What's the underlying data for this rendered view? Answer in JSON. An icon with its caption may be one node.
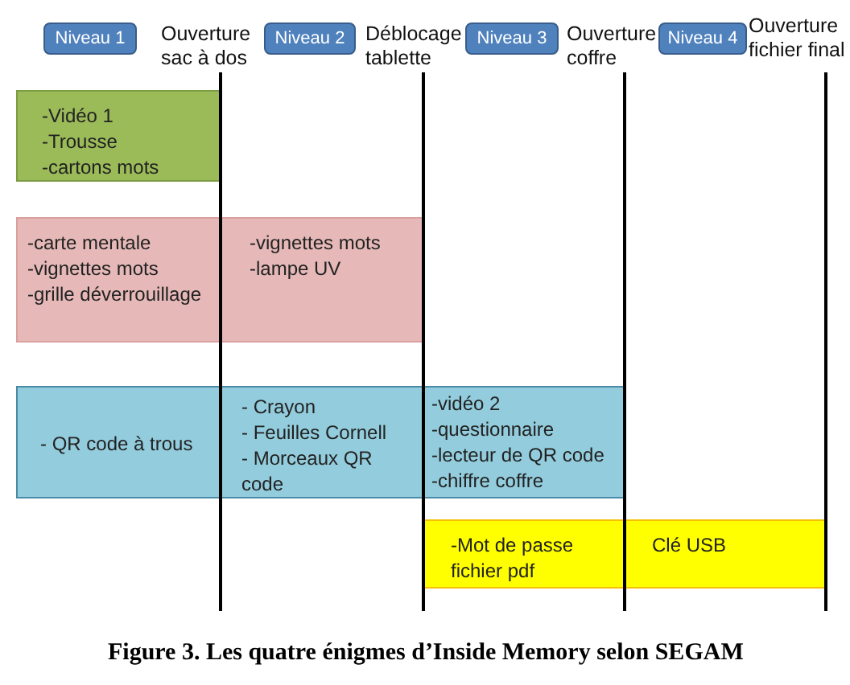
{
  "diagram": {
    "caption": "Figure 3. Les quatre énigmes d’Inside Memory selon SEGAM",
    "nodes": [
      {
        "text": [
          "Niveau 1"
        ]
      },
      {
        "text": [
          "Niveau 2"
        ]
      },
      {
        "text": [
          "Niveau 3"
        ]
      },
      {
        "text": [
          "Niveau 4"
        ]
      },
      {
        "text": [
          "-Vidéo 1",
          "-Trousse",
          "-cartons mots"
        ]
      },
      {
        "text": [
          "-carte mentale",
          "-vignettes mots",
          "-grille déverrouillage",
          "-vignettes mots",
          "-lampe UV"
        ]
      },
      {
        "text": [
          "- QR code à trous",
          "- Crayon",
          "- Feuilles Cornell",
          "- Morceaux QR code",
          "-vidéo 2",
          "-questionnaire",
          "-lecteur de QR code",
          "-chiffre coffre"
        ]
      },
      {
        "text": [
          "-Mot de passe fichier pdf",
          "Clé USB"
        ]
      }
    ],
    "labels": [
      "Ouverture sac à dos",
      "Déblocage tablette",
      "Ouverture coffre",
      "Ouverture fichier final"
    ]
  }
}
